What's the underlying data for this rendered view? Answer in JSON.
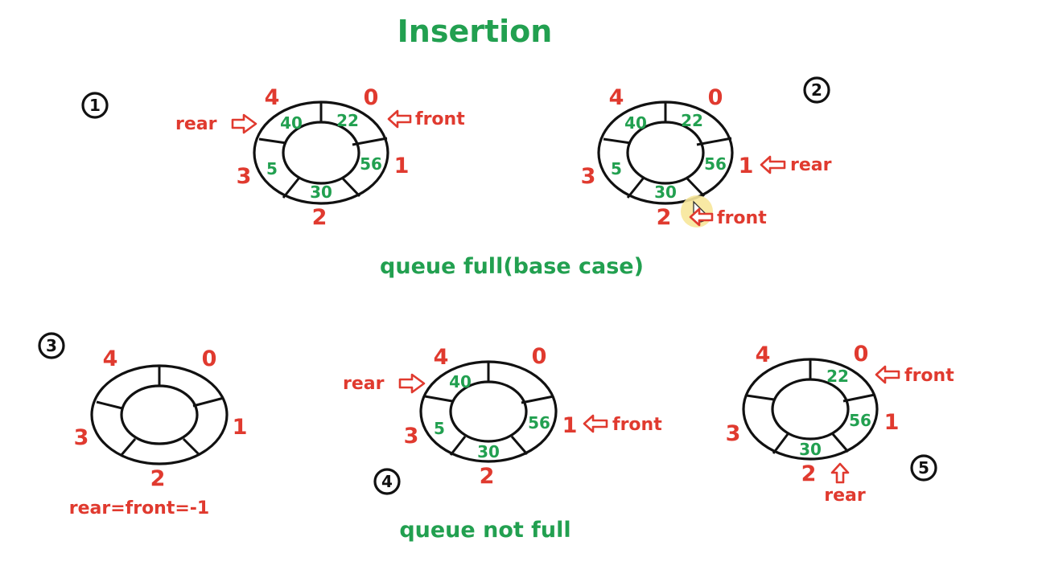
{
  "title": "Insertion",
  "captions": {
    "full": "queue full(base case)",
    "not_full": "queue not full"
  },
  "colors": {
    "title": "#22a050",
    "caption": "#22a050",
    "index": "#e03a2f",
    "value": "#22a050",
    "pointer": "#e03a2f",
    "ink": "#111111"
  },
  "diagrams": {
    "d1": {
      "step": "1",
      "indices": [
        "0",
        "1",
        "2",
        "3",
        "4"
      ],
      "values": [
        "22",
        "56",
        "30",
        "5",
        "40"
      ],
      "rear_label": "rear",
      "front_label": "front"
    },
    "d2": {
      "step": "2",
      "indices": [
        "0",
        "1",
        "2",
        "3",
        "4"
      ],
      "values": [
        "22",
        "56",
        "30",
        "5",
        "40"
      ],
      "rear_label": "rear",
      "front_label": "front"
    },
    "d3": {
      "step": "3",
      "indices": [
        "0",
        "1",
        "2",
        "3",
        "4"
      ],
      "note": "rear=front=-1"
    },
    "d4": {
      "step": "4",
      "indices": [
        "0",
        "1",
        "2",
        "3",
        "4"
      ],
      "values": [
        "",
        "56",
        "30",
        "5",
        "40"
      ],
      "rear_label": "rear",
      "front_label": "front"
    },
    "d5": {
      "step": "5",
      "indices": [
        "0",
        "1",
        "2",
        "3",
        "4"
      ],
      "values": [
        "22",
        "56",
        "30",
        "",
        ""
      ],
      "rear_label": "rear",
      "front_label": "front"
    }
  }
}
